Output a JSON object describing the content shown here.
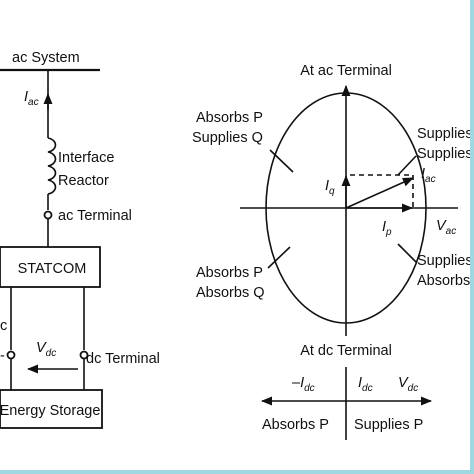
{
  "left_schematic": {
    "ac_system": "ac System",
    "i_ac": {
      "main": "I",
      "sub": "ac"
    },
    "interface_reactor": [
      "Interface",
      "Reactor"
    ],
    "ac_terminal": "ac Terminal",
    "statcom": "STATCOM",
    "v_dc": {
      "main": "V",
      "sub": "dc"
    },
    "dc_terminal": "dc Terminal",
    "partial_left_top": "c",
    "partial_left_mid": "-",
    "energy_storage": "Energy Storage"
  },
  "phasor_diagram": {
    "top_label": "At ac Terminal",
    "bottom_label": "At dc Terminal",
    "q_upper_left": [
      "Absorbs P",
      "Supplies Q"
    ],
    "q_upper_right": [
      "Supplies",
      "Supplies"
    ],
    "q_lower_left": [
      "Absorbs P",
      "Absorbs Q"
    ],
    "q_lower_right": [
      "Supplies",
      "Absorbs"
    ],
    "i_q": {
      "main": "I",
      "sub": "q"
    },
    "i_p": {
      "main": "I",
      "sub": "p"
    },
    "i_ac": {
      "main": "I",
      "sub": "ac"
    },
    "v_ac": {
      "main": "V",
      "sub": "ac"
    }
  },
  "dc_axis": {
    "neg_i_dc": {
      "main": "–I",
      "sub": "dc"
    },
    "i_dc": {
      "main": "I",
      "sub": "dc"
    },
    "v_dc": {
      "main": "V",
      "sub": "dc"
    },
    "absorbs": "Absorbs P",
    "supplies": "Supplies P"
  },
  "colors": {
    "line": "#111111",
    "edge": "#9fd8e0"
  }
}
